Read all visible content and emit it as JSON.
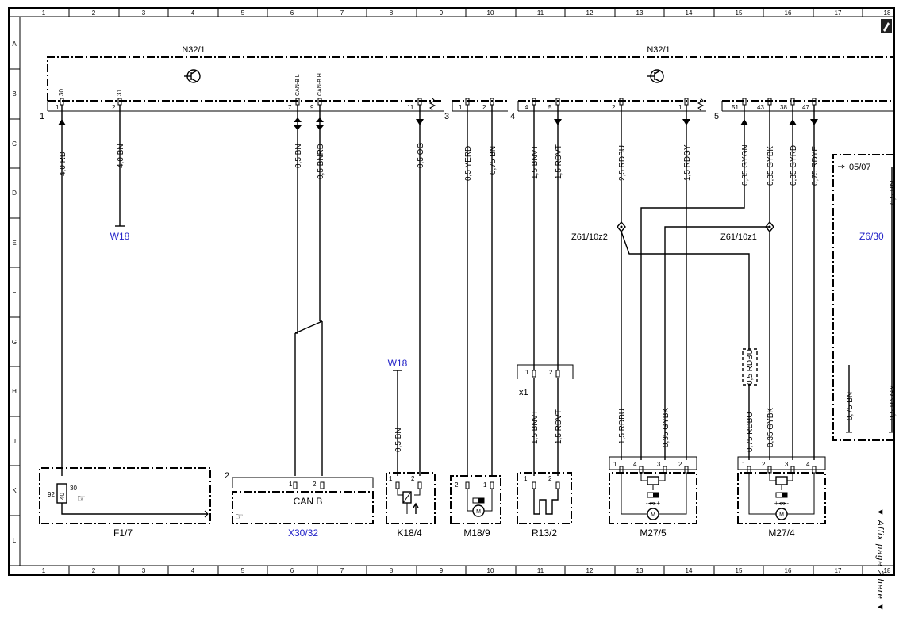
{
  "grid": {
    "columns": [
      "1",
      "2",
      "3",
      "4",
      "5",
      "6",
      "7",
      "8",
      "9",
      "10",
      "11",
      "12",
      "13",
      "14",
      "15",
      "16",
      "17",
      "18"
    ],
    "rows": [
      "A",
      "B",
      "C",
      "D",
      "E",
      "F",
      "G",
      "H",
      "J",
      "K",
      "L"
    ]
  },
  "modules": {
    "left_title": "N32/1",
    "right_title": "N32/1",
    "group_1": "1",
    "group_3": "3",
    "group_4": "4",
    "group_5": "5"
  },
  "pins": {
    "p30": "30",
    "p31": "31",
    "p1a": "1",
    "p2a": "2",
    "p7": "7",
    "p9": "9",
    "can_l": "CAN-B L",
    "can_h": "CAN-B H",
    "p11": "11",
    "g3_1": "1",
    "g3_2": "2",
    "g4_4": "4",
    "g4_5": "5",
    "g4_2": "2",
    "g4_1": "1",
    "p51": "51",
    "p43": "43",
    "p38": "38",
    "p47": "47"
  },
  "wires": {
    "w1": "4,0 RD",
    "w2": "4,0 BN",
    "w3": "0,5 BN",
    "w4": "0,5 BNRD",
    "w5": "0,5 OG",
    "w6": "0,5 YERD",
    "w7": "0,75 BN",
    "w8": "1,5 BNVT",
    "w9": "1,5 RDVT",
    "w10": "2,5 RDBU",
    "w11": "1,5 RDGY",
    "w12": "0,35 GYGN",
    "w13": "0,35 GYBK",
    "w14": "0,35 GYRD",
    "w15": "0,75 RDYE",
    "w16": "0,5 BN",
    "w17": "0,5 BN",
    "w18": "1,5 BNVT",
    "w19": "1,5 RDVT",
    "w20": "1,5 RDBU",
    "w21": "0,35 GYBK",
    "w22": "0,75 RDBU",
    "w23": "0,35 GYBK",
    "w24": "0,5 RDBU",
    "w25": "0,75 BN",
    "w26": "0,5 BNGY"
  },
  "labels": {
    "w18_top": "W18",
    "w18_mid": "W18",
    "z61_z2": "Z61/10z2",
    "z61_z1": "Z61/10z1",
    "z6_30": "Z6/30",
    "date": "05/07",
    "x1": "x1",
    "can_b": "CAN B",
    "f1_92": "92",
    "f1_40": "40",
    "f1_30": "30",
    "x30_pin": "2"
  },
  "components": {
    "f17": "F1/7",
    "x3032": "X30/32",
    "k184": "K18/4",
    "m189": "M18/9",
    "r132": "R13/2",
    "m275": "M27/5",
    "m274": "M27/4"
  },
  "comp_pins": {
    "x1": "1",
    "x2": "2",
    "k1": "1",
    "k2": "2",
    "m9_2": "2",
    "m9_1": "1",
    "r1": "1",
    "r2": "2",
    "x1c_1": "1",
    "x1c_2": "2",
    "m5_1": "1",
    "m5_4": "4",
    "m5_3": "3",
    "m5_2": "2",
    "m4_1": "1",
    "m4_2": "2",
    "m4_3": "3",
    "m4_4": "4"
  },
  "affix_note": "▼ Affix page 2 here ▼"
}
